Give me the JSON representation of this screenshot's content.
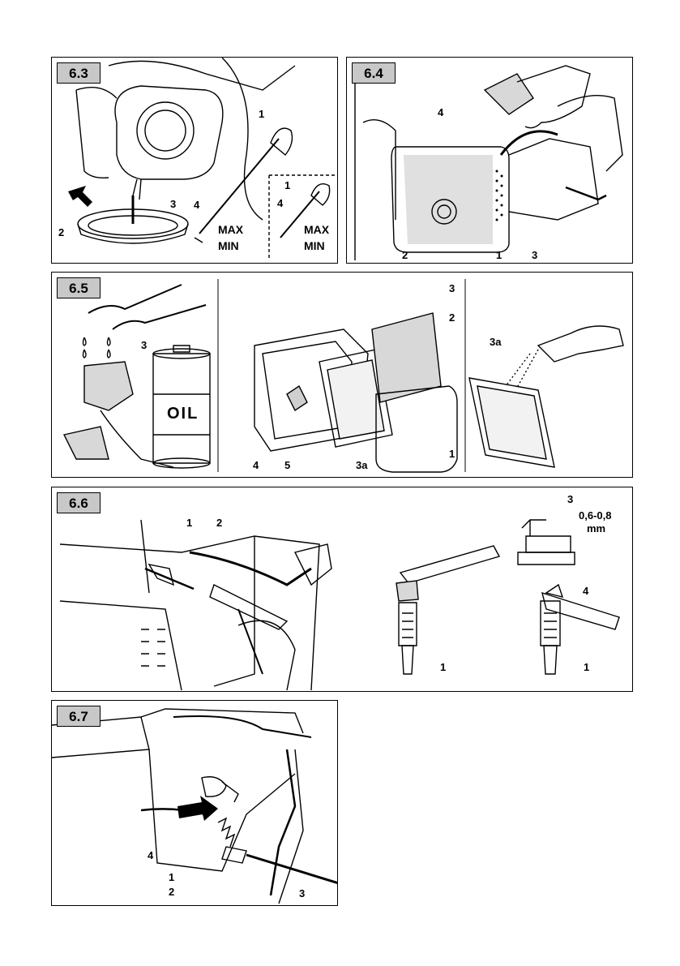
{
  "figures": {
    "f63": {
      "label": "6.3",
      "c1": "1",
      "c2": "2",
      "c3": "3",
      "c4": "4",
      "c4b": "4",
      "c1b": "1",
      "max": "MAX",
      "min": "MIN",
      "max2": "MAX",
      "min2": "MIN"
    },
    "f64": {
      "label": "6.4",
      "c1": "1",
      "c2": "2",
      "c3": "3",
      "c4": "4"
    },
    "f65": {
      "label": "6.5",
      "c1": "1",
      "c2": "2",
      "c3": "3",
      "c3a": "3a",
      "c3a2": "3a",
      "c3b": "3",
      "c4": "4",
      "c5": "5",
      "oil": "OIL"
    },
    "f66": {
      "label": "6.6",
      "c1": "1",
      "c2": "2",
      "c3": "3",
      "c4": "4",
      "c1b": "1",
      "c1c": "1",
      "gap": "0,6-0,8",
      "unit": "mm"
    },
    "f67": {
      "label": "6.7",
      "c1": "1",
      "c2": "2",
      "c3": "3",
      "c4": "4"
    }
  }
}
